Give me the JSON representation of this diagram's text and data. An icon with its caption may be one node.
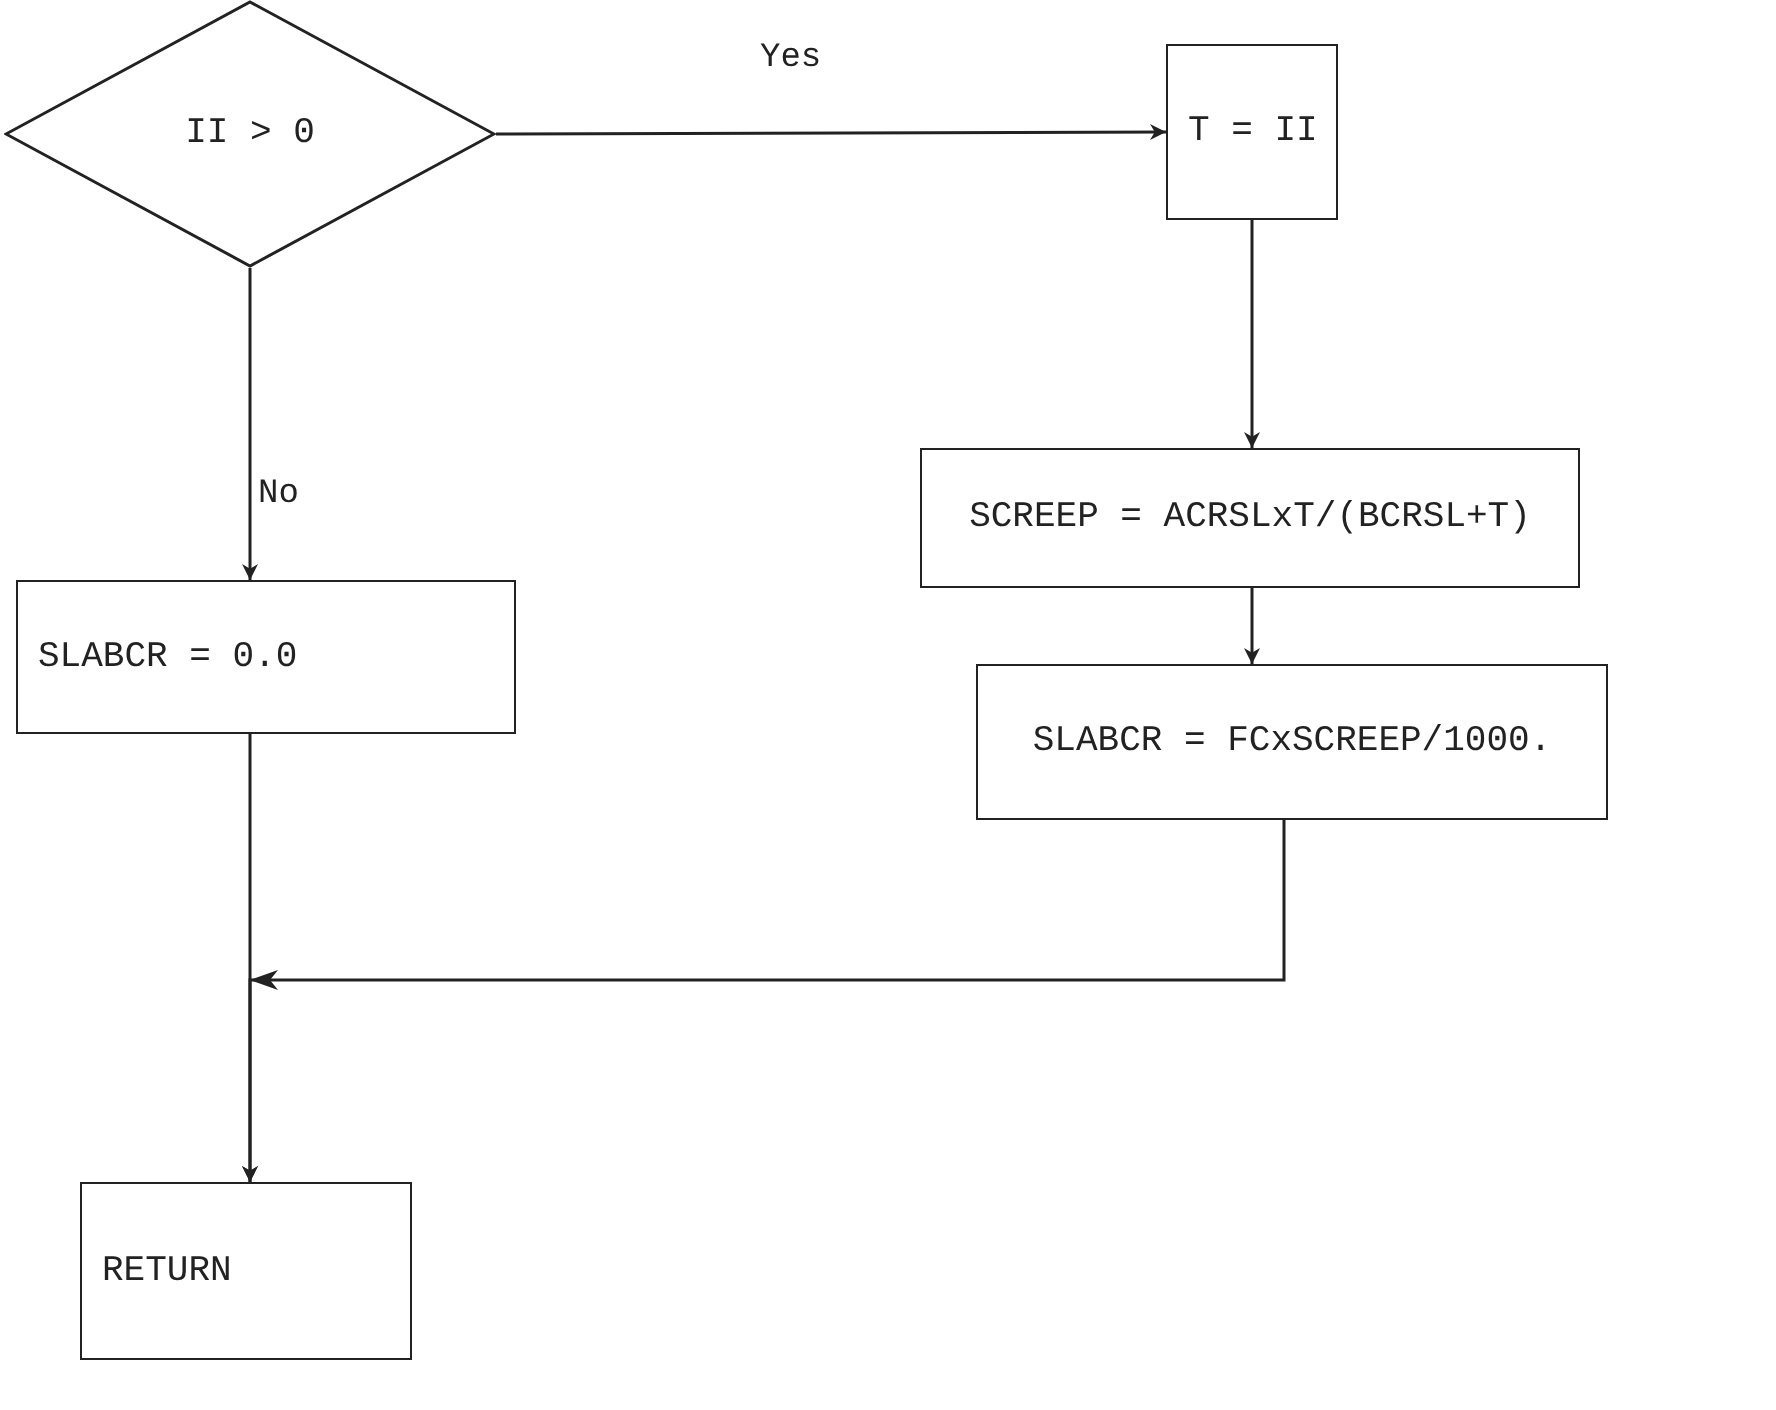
{
  "diagram": {
    "nodes": [
      {
        "text": [
          "II > 0"
        ]
      },
      {
        "text": [
          "T = II"
        ]
      },
      {
        "text": [
          "SCREEP = ACRSLxT/(BCRSL+T)"
        ]
      },
      {
        "text": [
          "SLABCR = FCxSCREEP/1000."
        ]
      },
      {
        "text": [
          "SLABCR = 0.0"
        ]
      },
      {
        "text": [
          "RETURN"
        ]
      }
    ],
    "edges": [
      {
        "from": 0,
        "to": 1,
        "arrow": "to",
        "label": "Yes"
      },
      {
        "from": 0,
        "to": 4,
        "arrow": "to",
        "label": "No"
      },
      {
        "from": 1,
        "to": 2,
        "arrow": "to"
      },
      {
        "from": 2,
        "to": 3,
        "arrow": "to"
      },
      {
        "from": 4,
        "to": 5,
        "arrow": "to"
      },
      {
        "from": 3,
        "to": 5,
        "arrow": "to"
      }
    ]
  }
}
